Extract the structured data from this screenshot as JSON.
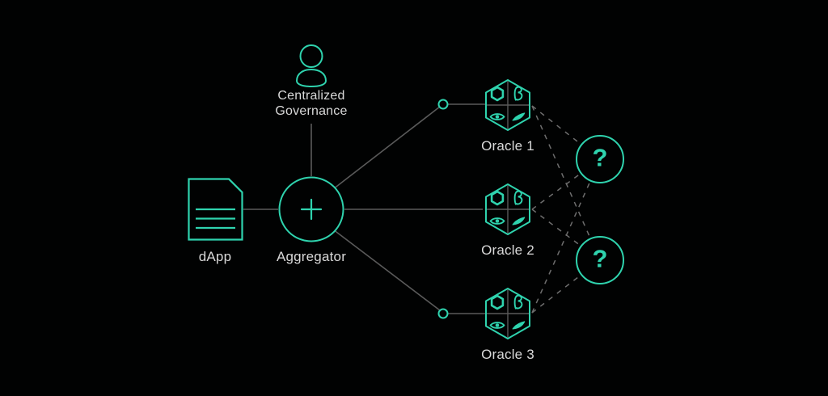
{
  "colors": {
    "background": "#010202",
    "accent_teal": "#2FD3AE",
    "connector_line": "#5A5A5A",
    "dashed_line": "#6E6E6E",
    "hexagon_divider": "#5A5A5A",
    "label_text": "#D9D9D9"
  },
  "nodes": {
    "dapp": {
      "label": "dApp",
      "icon": "document-icon"
    },
    "aggregator": {
      "label": "Aggregator",
      "symbol": "+",
      "icon": "plus-circle-icon"
    },
    "governance": {
      "label": "Centralized Governance",
      "icon": "person-icon"
    },
    "oracles": [
      {
        "label": "Oracle 1",
        "icon": "oracle-hexagon-icon"
      },
      {
        "label": "Oracle 2",
        "icon": "oracle-hexagon-icon"
      },
      {
        "label": "Oracle 3",
        "icon": "oracle-hexagon-icon"
      }
    ],
    "unknowns": [
      {
        "symbol": "?",
        "icon": "question-mark-circle-icon"
      },
      {
        "symbol": "?",
        "icon": "question-mark-circle-icon"
      }
    ]
  },
  "edges": {
    "solid": [
      "dApp - Aggregator",
      "Centralized Governance - Aggregator",
      "Aggregator - Oracle 1",
      "Aggregator - Oracle 2",
      "Aggregator - Oracle 3"
    ],
    "dashed": [
      "Oracle 1 - ? (top)",
      "Oracle 1 - ? (bottom)",
      "Oracle 2 - ? (top)",
      "Oracle 2 - ? (bottom)",
      "Oracle 3 - ? (top)",
      "Oracle 3 - ? (bottom)"
    ]
  }
}
